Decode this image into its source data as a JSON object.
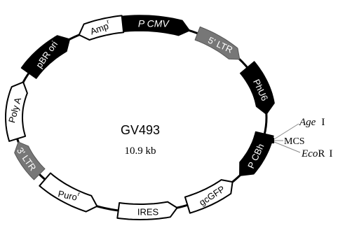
{
  "plasmid": {
    "name": "GV493",
    "size": "10.9 kb"
  },
  "features": [
    {
      "label": "P CMV",
      "color": "#000000",
      "text_color": "#ffffff"
    },
    {
      "label": "5' LTR",
      "color": "#777777",
      "text_color": "#ffffff"
    },
    {
      "label": "PhU6",
      "color": "#000000",
      "text_color": "#ffffff"
    },
    {
      "label": "P CBh",
      "color": "#000000",
      "text_color": "#ffffff"
    },
    {
      "label": "gcGFP",
      "color": "#ffffff",
      "text_color": "#000000"
    },
    {
      "label": "IRES",
      "color": "#ffffff",
      "text_color": "#000000"
    },
    {
      "label": "Puro",
      "sup": "r",
      "color": "#ffffff",
      "text_color": "#000000"
    },
    {
      "label": "3' LTR",
      "color": "#777777",
      "text_color": "#ffffff"
    },
    {
      "label": "Poly A",
      "color": "#ffffff",
      "text_color": "#000000"
    },
    {
      "label": "pBR ori",
      "color": "#000000",
      "text_color": "#ffffff"
    },
    {
      "label": "Amp",
      "sup": "r",
      "color": "#ffffff",
      "text_color": "#000000"
    }
  ],
  "mcs": {
    "label": "MCS",
    "sites": [
      {
        "name": "Age",
        "numeral": "I"
      },
      {
        "name": "Eco",
        "suffix": "R",
        "numeral": "I"
      }
    ]
  }
}
